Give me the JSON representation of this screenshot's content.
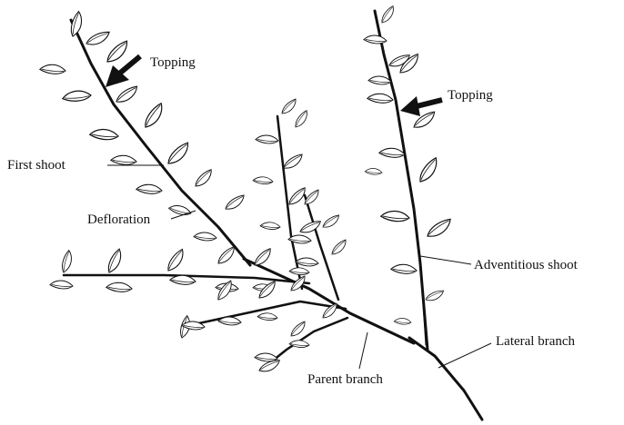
{
  "labels": {
    "topping_left": "Topping",
    "topping_right": "Topping",
    "first_shoot": "First shoot",
    "defloration": "Defloration",
    "adventitious_shoot": "Adventitious shoot",
    "lateral_branch": "Lateral branch",
    "parent_branch": "Parent branch"
  }
}
